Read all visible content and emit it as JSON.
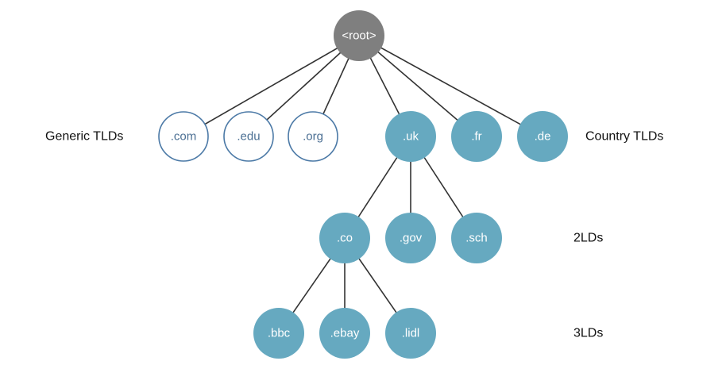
{
  "colors": {
    "root_fill": "#7f7f7f",
    "filled_node": "#66a9c0",
    "outline_stroke": "#4b79a6",
    "outline_text": "#4b6f93",
    "node_text_light": "#ffffff",
    "edge": "#333333",
    "label_text": "#111111"
  },
  "labels": {
    "generic_tlds": "Generic TLDs",
    "country_tlds": "Country TLDs",
    "second_level": "2LDs",
    "third_level": "3LDs"
  },
  "nodes": {
    "root": {
      "label": "<root>",
      "style": "root"
    },
    "com": {
      "label": ".com",
      "style": "outline"
    },
    "edu": {
      "label": ".edu",
      "style": "outline"
    },
    "org": {
      "label": ".org",
      "style": "outline"
    },
    "uk": {
      "label": ".uk",
      "style": "filled"
    },
    "fr": {
      "label": ".fr",
      "style": "filled"
    },
    "de": {
      "label": ".de",
      "style": "filled"
    },
    "co": {
      "label": ".co",
      "style": "filled"
    },
    "gov": {
      "label": ".gov",
      "style": "filled"
    },
    "sch": {
      "label": ".sch",
      "style": "filled"
    },
    "bbc": {
      "label": ".bbc",
      "style": "filled"
    },
    "ebay": {
      "label": ".ebay",
      "style": "filled"
    },
    "lidl": {
      "label": ".lidl",
      "style": "filled"
    }
  },
  "edges": [
    [
      "root",
      "com"
    ],
    [
      "root",
      "edu"
    ],
    [
      "root",
      "org"
    ],
    [
      "root",
      "uk"
    ],
    [
      "root",
      "fr"
    ],
    [
      "root",
      "de"
    ],
    [
      "uk",
      "co"
    ],
    [
      "uk",
      "gov"
    ],
    [
      "uk",
      "sch"
    ],
    [
      "co",
      "bbc"
    ],
    [
      "co",
      "ebay"
    ],
    [
      "co",
      "lidl"
    ]
  ]
}
